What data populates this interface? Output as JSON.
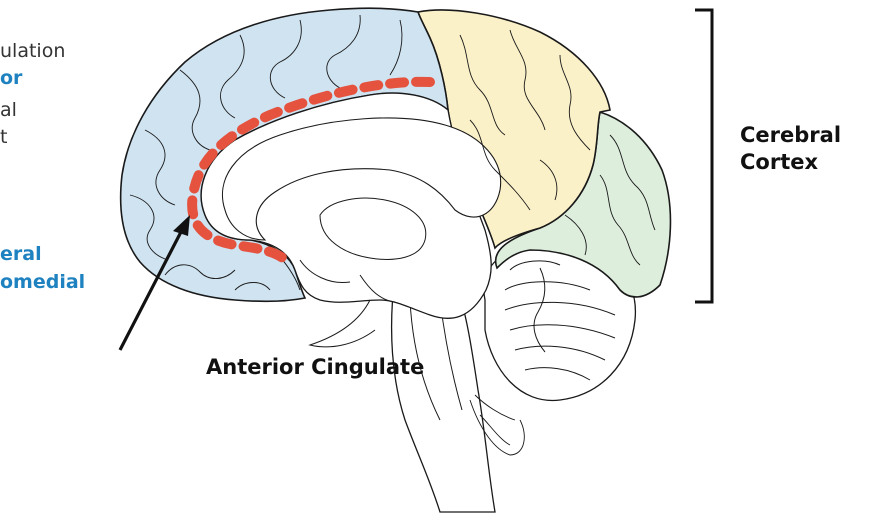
{
  "left_text": {
    "line1": "ulation",
    "line2": "or",
    "line3": "al",
    "line4": "t",
    "line5": "eral",
    "line6": "omedial"
  },
  "labels": {
    "anterior_cingulate": "Anterior Cingulate",
    "cerebral_line1": "Cerebral",
    "cerebral_line2": "Cortex"
  },
  "colors": {
    "frontal": "#cfe3f1",
    "parietal": "#fbf1c8",
    "occipital": "#ddeedd",
    "cingulate_dash": "#e5533f",
    "accent_text": "#1f82c0",
    "outline": "#1a1a1a"
  }
}
